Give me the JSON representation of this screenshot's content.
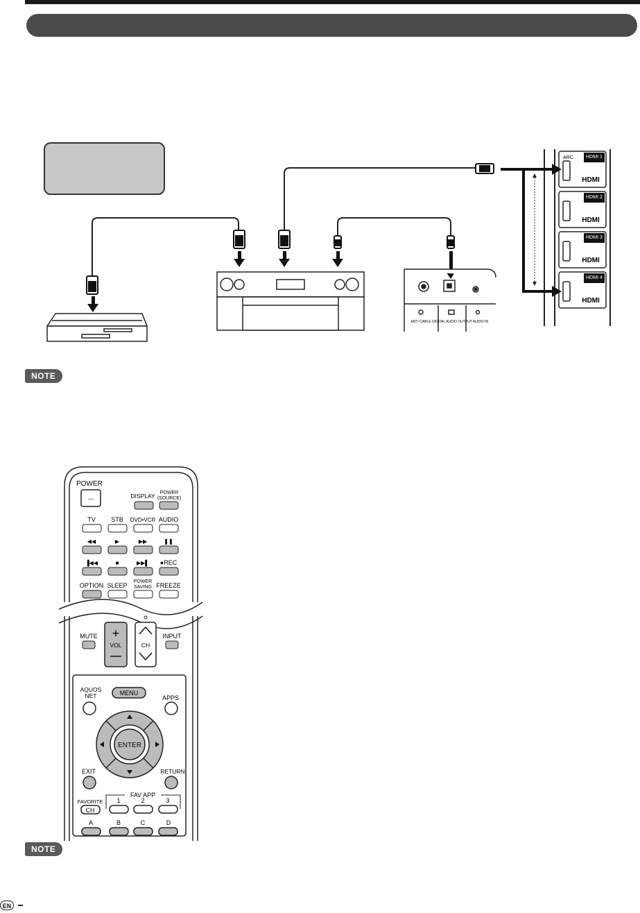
{
  "page": {
    "note_label": "NOTE",
    "language_badge": "EN"
  },
  "tv_panel": {
    "arc_label": "ARC",
    "hdmi_ports": [
      "HDMI 1",
      "HDMI 2",
      "HDMI 3",
      "HDMI 4"
    ],
    "hdmi_logo_text": "HDMI"
  },
  "rear_panel": {
    "ant_label": "ANT/ CABLE",
    "digital_audio_label": "DIGITAL AUDIO OUTPUT",
    "audio_in_label": "AUDIO IN"
  },
  "remote": {
    "power": "POWER",
    "display": "DISPLAY",
    "power_source_1": "POWER",
    "power_source_2": "(SOURCE)",
    "tv": "TV",
    "stb": "STB",
    "dvd_vcr": "DVD•VCR",
    "audio": "AUDIO",
    "rec": "●REC",
    "option": "OPTION",
    "sleep": "SLEEP",
    "power_saving_1": "POWER",
    "power_saving_2": "SAVING",
    "freeze": "FREEZE",
    "mute": "MUTE",
    "vol": "VOL",
    "ch": "CH",
    "input": "INPUT",
    "aquos_net_1": "AQUOS",
    "aquos_net_2": "NET",
    "menu": "MENU",
    "apps": "APPS",
    "enter": "ENTER",
    "exit": "EXIT",
    "return": "RETURN",
    "fav_app": "FAV APP",
    "favorite": "FAVORITE",
    "favorite_ch": "CH",
    "fav_numbers": [
      "1",
      "2",
      "3"
    ],
    "color_buttons": [
      "A",
      "B",
      "C",
      "D"
    ]
  }
}
